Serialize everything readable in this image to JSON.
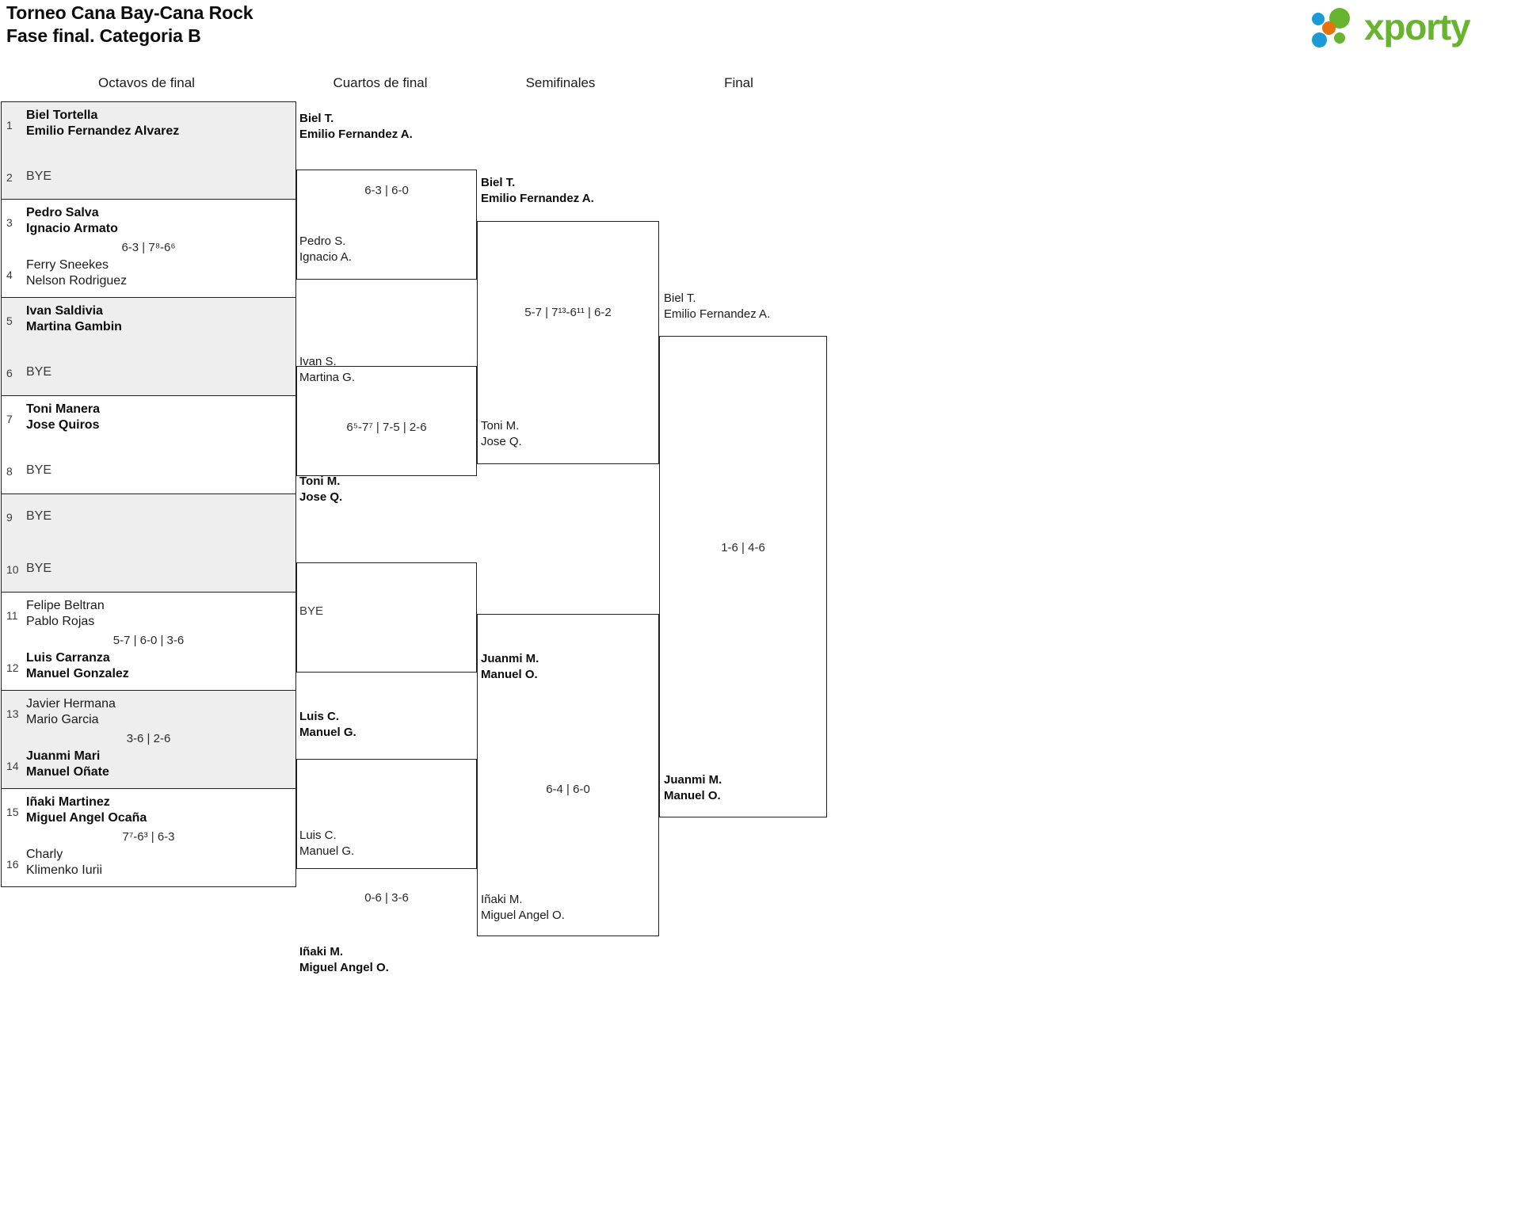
{
  "header": {
    "title_line1": "Torneo Cana Bay-Cana Rock",
    "title_line2": "Fase final. Categoria B",
    "logo_word": "xporty",
    "logo_colors": {
      "blue": "#1c9ad6",
      "orange": "#e8730c",
      "green": "#67b52e"
    }
  },
  "rounds": [
    {
      "label": "Octavos de final"
    },
    {
      "label": "Cuartos de final"
    },
    {
      "label": "Semifinales"
    },
    {
      "label": "Final"
    }
  ],
  "round1": [
    {
      "top": {
        "seed": "1",
        "line1": "Biel Tortella",
        "line2": "Emilio Fernandez Alvarez",
        "winner": true,
        "bye": false
      },
      "bottom": {
        "seed": "2",
        "line1": "BYE",
        "line2": "",
        "winner": false,
        "bye": true
      },
      "score": "",
      "shaded": true
    },
    {
      "top": {
        "seed": "3",
        "line1": "Pedro Salva",
        "line2": "Ignacio Armato",
        "winner": true,
        "bye": false
      },
      "bottom": {
        "seed": "4",
        "line1": "Ferry Sneekes",
        "line2": "Nelson Rodriguez",
        "winner": false,
        "bye": false
      },
      "score": "6-3 | 7⁸-6⁶",
      "shaded": false
    },
    {
      "top": {
        "seed": "5",
        "line1": "Ivan Saldivia",
        "line2": "Martina Gambin",
        "winner": true,
        "bye": false
      },
      "bottom": {
        "seed": "6",
        "line1": "BYE",
        "line2": "",
        "winner": false,
        "bye": true
      },
      "score": "",
      "shaded": true
    },
    {
      "top": {
        "seed": "7",
        "line1": "Toni Manera",
        "line2": "Jose Quiros",
        "winner": true,
        "bye": false
      },
      "bottom": {
        "seed": "8",
        "line1": "BYE",
        "line2": "",
        "winner": false,
        "bye": true
      },
      "score": "",
      "shaded": false
    },
    {
      "top": {
        "seed": "9",
        "line1": "BYE",
        "line2": "",
        "winner": false,
        "bye": true
      },
      "bottom": {
        "seed": "10",
        "line1": "BYE",
        "line2": "",
        "winner": false,
        "bye": true
      },
      "score": "",
      "shaded": true
    },
    {
      "top": {
        "seed": "11",
        "line1": "Felipe Beltran",
        "line2": "Pablo Rojas",
        "winner": false,
        "bye": false
      },
      "bottom": {
        "seed": "12",
        "line1": "Luis Carranza",
        "line2": "Manuel Gonzalez",
        "winner": true,
        "bye": false
      },
      "score": "5-7 | 6-0 | 3-6",
      "shaded": false
    },
    {
      "top": {
        "seed": "13",
        "line1": "Javier Hermana",
        "line2": "Mario Garcia",
        "winner": false,
        "bye": false
      },
      "bottom": {
        "seed": "14",
        "line1": "Juanmi Mari",
        "line2": "Manuel Oñate",
        "winner": true,
        "bye": false
      },
      "score": "3-6 | 2-6",
      "shaded": true
    },
    {
      "top": {
        "seed": "15",
        "line1": "Iñaki Martinez",
        "line2": "Miguel Angel Ocaña",
        "winner": true,
        "bye": false
      },
      "bottom": {
        "seed": "16",
        "line1": "Charly",
        "line2": "Klimenko Iurii",
        "winner": false,
        "bye": false
      },
      "score": "7⁷-6³ | 6-3",
      "shaded": false
    }
  ],
  "round2": [
    {
      "line1": "Biel T.",
      "line2": "Emilio Fernandez A.",
      "winner": true,
      "bye": false
    },
    {
      "line1": "Pedro S.",
      "line2": "Ignacio A.",
      "winner": false,
      "bye": false
    },
    {
      "line1": "Ivan S.",
      "line2": "Martina G.",
      "winner": false,
      "bye": false
    },
    {
      "line1": "Toni M.",
      "line2": "Jose Q.",
      "winner": true,
      "bye": false
    },
    {
      "line1": "BYE",
      "line2": "",
      "winner": false,
      "bye": true
    },
    {
      "line1": "Luis C.",
      "line2": "Manuel G.",
      "winner": true,
      "bye": false
    },
    {
      "line1": "Luis C.",
      "line2": "Manuel G.",
      "winner": false,
      "bye": false
    },
    {
      "line1": "Iñaki M.",
      "line2": "Miguel Angel O.",
      "winner": true,
      "bye": false
    }
  ],
  "round2_scores": [
    "6-3 | 6-0",
    "6⁵-7⁷ | 7-5 | 2-6",
    "",
    "0-6 | 3-6"
  ],
  "round3": [
    {
      "line1": "Biel T.",
      "line2": "Emilio Fernandez A.",
      "winner": true,
      "bye": false
    },
    {
      "line1": "Toni M.",
      "line2": "Jose Q.",
      "winner": false,
      "bye": false
    },
    {
      "line1": "Juanmi M.",
      "line2": "Manuel O.",
      "winner": true,
      "bye": false
    },
    {
      "line1": "Iñaki M.",
      "line2": "Miguel Angel O.",
      "winner": false,
      "bye": false
    }
  ],
  "round3_scores": [
    "5-7 | 7¹³-6¹¹ | 6-2",
    "6-4 | 6-0"
  ],
  "round4": [
    {
      "line1": "Biel T.",
      "line2": "Emilio Fernandez A.",
      "winner": false,
      "bye": false
    },
    {
      "line1": "Juanmi M.",
      "line2": "Manuel O.",
      "winner": true,
      "bye": false
    }
  ],
  "round4_scores": [
    "1-6 | 4-6"
  ]
}
